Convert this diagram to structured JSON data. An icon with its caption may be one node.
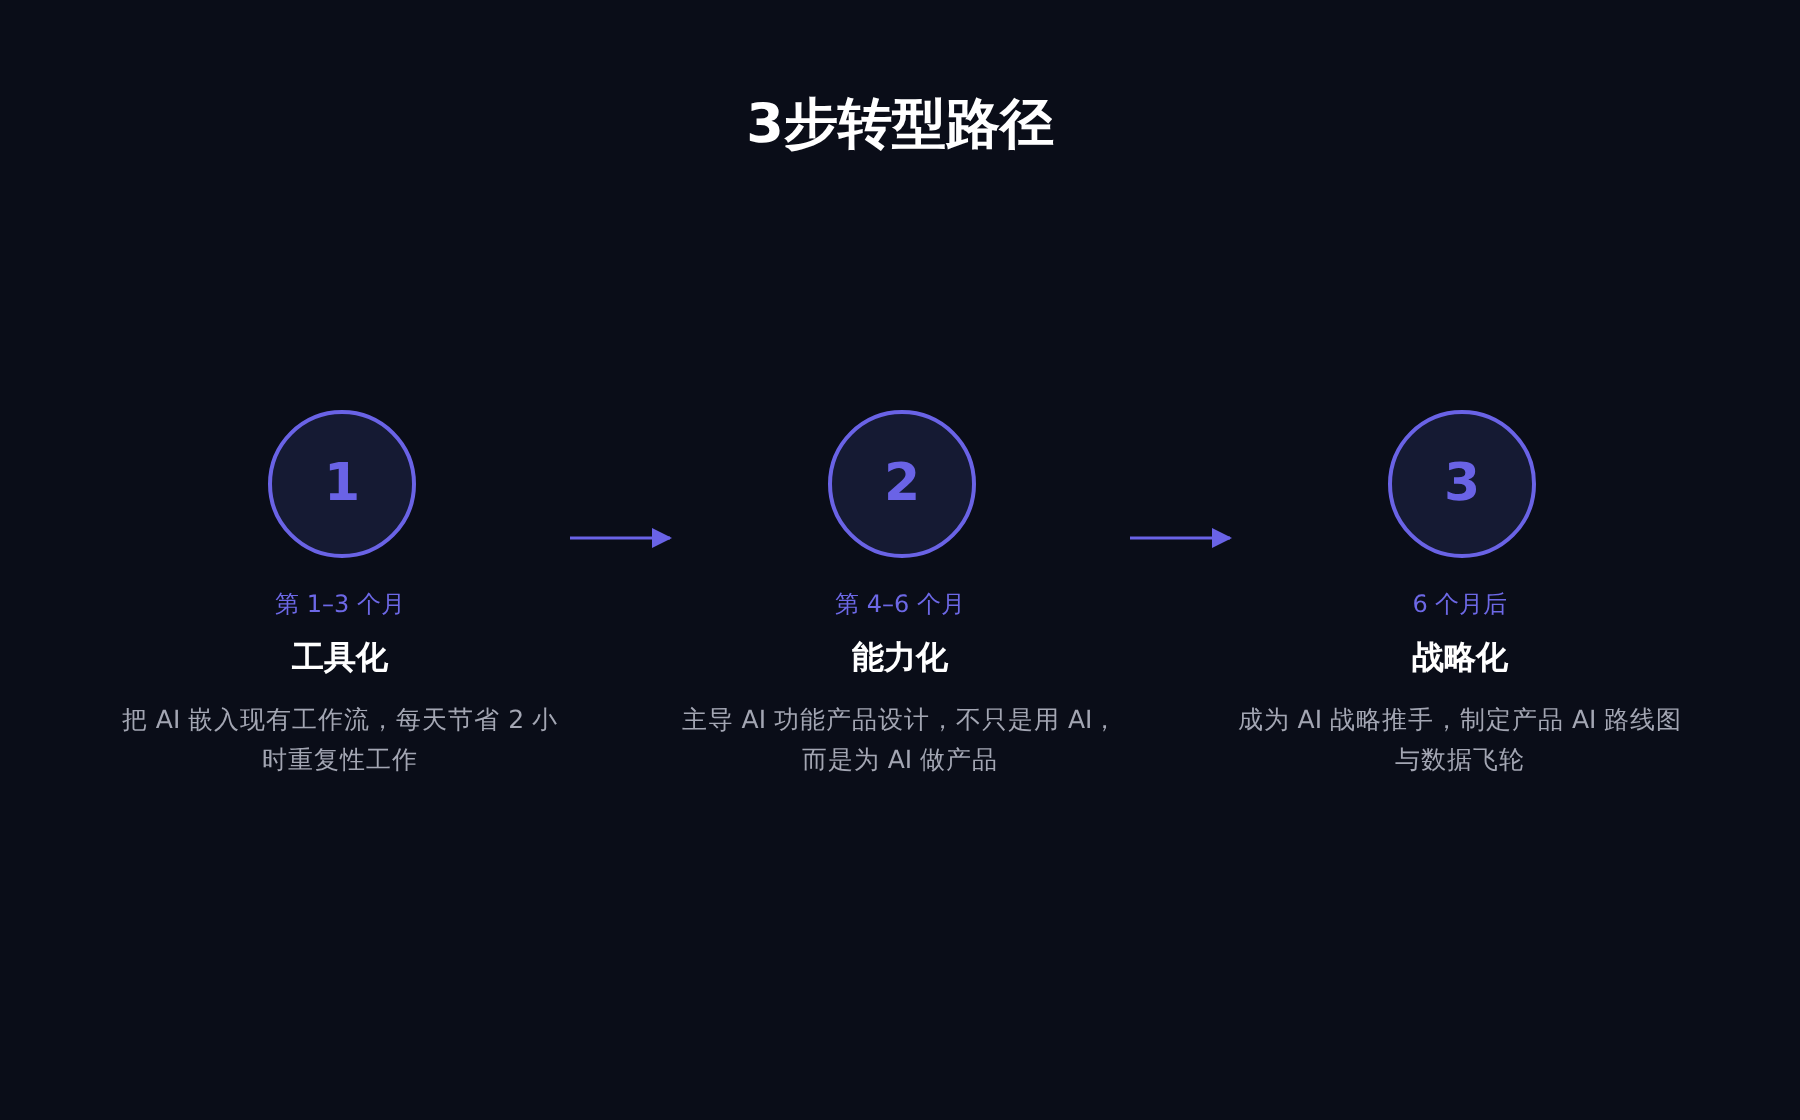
{
  "diagram": {
    "title": "**3步**转型路径",
    "nodes": [
      {
        "text": [
          "1"
        ],
        "beside": [
          "第 1–3 个月",
          "工具化",
          "把 AI 嵌入现有工作流，每天节省 2 小时重复性工作"
        ]
      },
      {
        "text": [
          "2"
        ],
        "beside": [
          "第 4–6 个月",
          "能力化",
          "主导 AI 功能产品设计，不只是用 AI，而是为 AI 做产品"
        ]
      },
      {
        "text": [
          "3"
        ],
        "beside": [
          "6 个月后",
          "战略化",
          "成为 AI 战略推手，制定产品 AI 路线图与数据飞轮"
        ]
      }
    ],
    "edges": [
      {
        "from": 0,
        "to": 1,
        "arrow": "to"
      },
      {
        "from": 1,
        "to": 2,
        "arrow": "to"
      }
    ]
  }
}
